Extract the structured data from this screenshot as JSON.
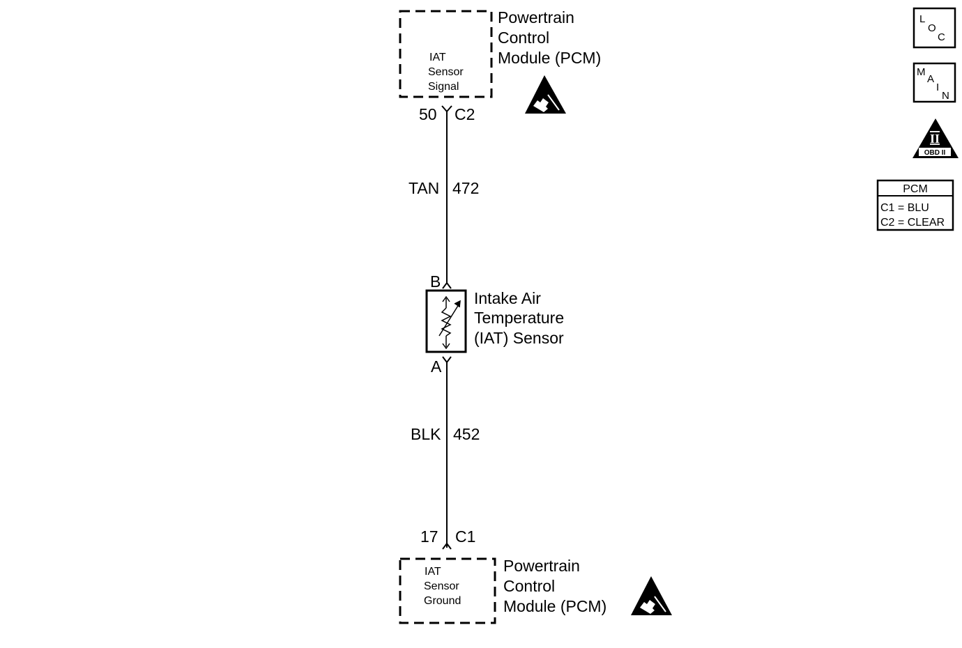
{
  "pcm_top": {
    "title": [
      "Powertrain",
      "Control",
      "Module (PCM)"
    ],
    "inner": [
      "IAT",
      "Sensor",
      "Signal"
    ],
    "pin": "50",
    "connector": "C2"
  },
  "wire_top": {
    "color": "TAN",
    "circuit": "472"
  },
  "sensor": {
    "title": [
      "Intake Air",
      "Temperature",
      "(IAT) Sensor"
    ],
    "terminal_top": "B",
    "terminal_bottom": "A"
  },
  "wire_bottom": {
    "color": "BLK",
    "circuit": "452"
  },
  "pcm_bottom": {
    "title": [
      "Powertrain",
      "Control",
      "Module (PCM)"
    ],
    "inner": [
      "IAT",
      "Sensor",
      "Ground"
    ],
    "pin": "17",
    "connector": "C1"
  },
  "side_icons": {
    "loc": [
      "L",
      "O",
      "C"
    ],
    "main": [
      "M",
      "A",
      "I",
      "N"
    ],
    "obd": {
      "numeral": "II",
      "label": "OBD II"
    }
  },
  "connector_table": {
    "header": "PCM",
    "rows": [
      "C1 = BLU",
      "C2 = CLEAR"
    ]
  }
}
